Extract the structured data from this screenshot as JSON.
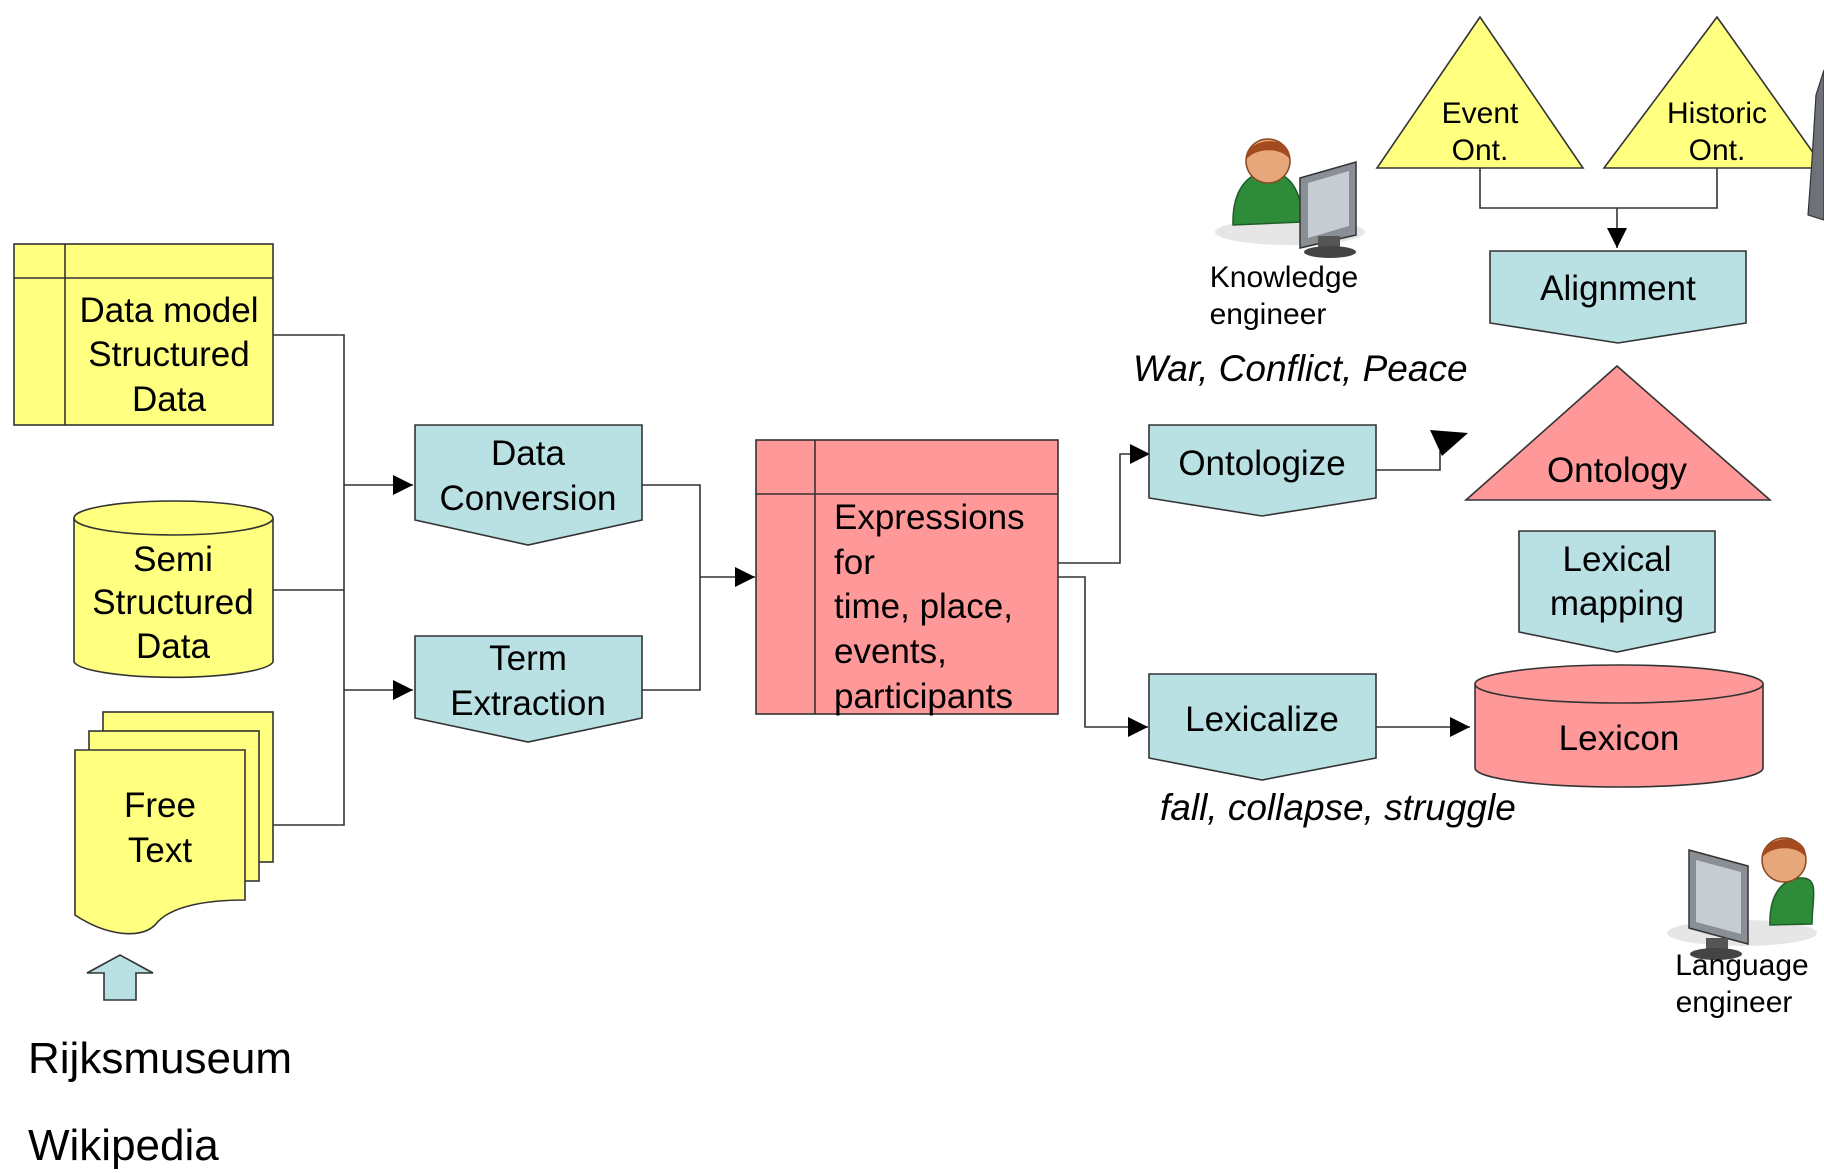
{
  "colors": {
    "yellow": "#ffff80",
    "blue": "#b9e0e3",
    "red": "#ff9999",
    "stroke": "#333333"
  },
  "inputs": {
    "data_model": [
      "Data model",
      "Structured",
      "Data"
    ],
    "semi_structured": [
      "Semi",
      "Structured",
      "Data"
    ],
    "free_text": [
      "Free",
      "Text"
    ]
  },
  "processes": {
    "data_conversion": [
      "Data",
      "Conversion"
    ],
    "term_extraction": [
      "Term",
      "Extraction"
    ],
    "ontologize": "Ontologize",
    "lexicalize": "Lexicalize",
    "alignment": "Alignment",
    "lexical_mapping": [
      "Lexical",
      "mapping"
    ]
  },
  "expressions": [
    "Expressions",
    "for",
    "time, place,",
    "events,",
    "participants"
  ],
  "ontologies": {
    "event": [
      "Event",
      "Ont."
    ],
    "historic": [
      "Historic",
      "Ont."
    ],
    "ontology": "Ontology"
  },
  "lexicon": "Lexicon",
  "people": {
    "knowledge_engineer": [
      "Knowledge",
      "engineer"
    ],
    "language_engineer": [
      "Language",
      "engineer"
    ]
  },
  "examples": {
    "ontology_terms": "War, Conflict, Peace",
    "lexical_terms": "fall, collapse, struggle"
  },
  "sources": [
    "Rijksmuseum",
    "Wikipedia"
  ],
  "icons": [
    "person-at-computer-icon",
    "input-arrow-icon"
  ]
}
